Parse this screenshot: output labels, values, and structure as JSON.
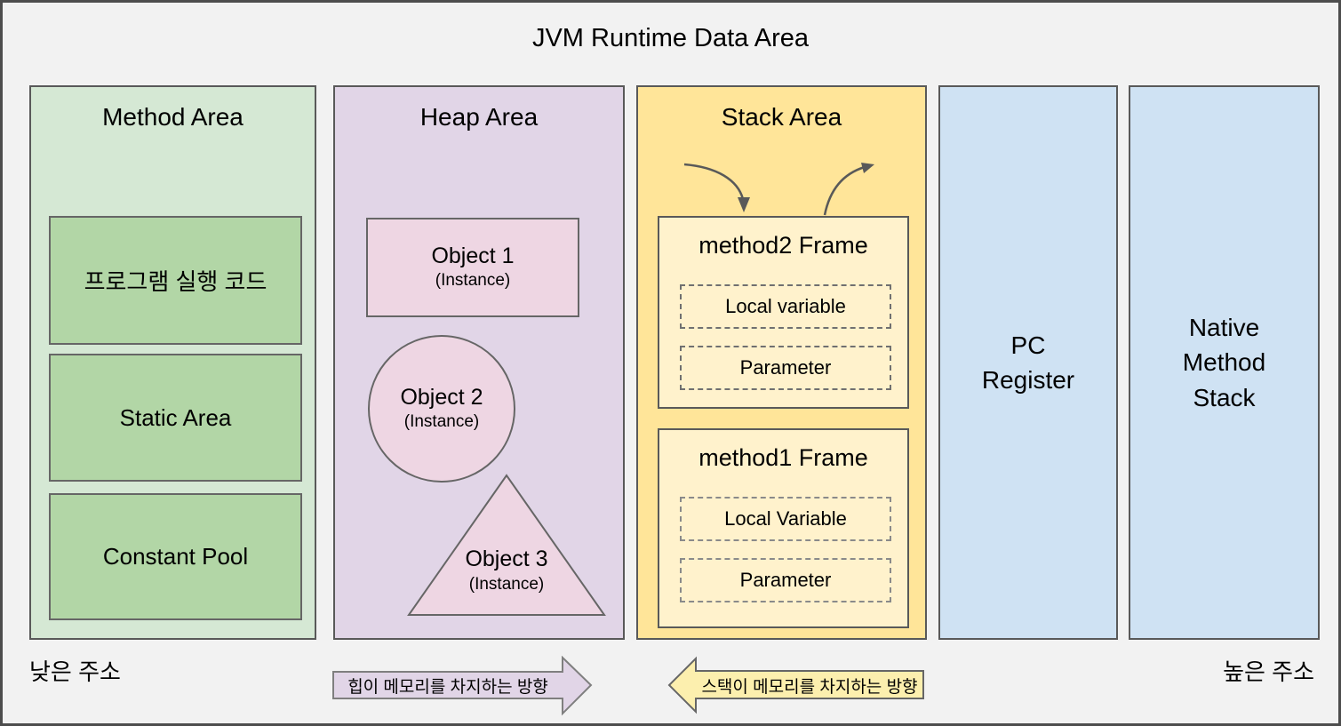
{
  "title": "JVM Runtime Data Area",
  "columns": {
    "method_area": {
      "title": "Method Area",
      "boxes": [
        {
          "label": "프로그램 실행 코드"
        },
        {
          "label": "Static Area"
        },
        {
          "label": "Constant Pool"
        }
      ]
    },
    "heap_area": {
      "title": "Heap Area",
      "objects": [
        {
          "shape": "rectangle",
          "label": "Object 1",
          "sublabel": "(Instance)"
        },
        {
          "shape": "circle",
          "label": "Object 2",
          "sublabel": "(Instance)"
        },
        {
          "shape": "triangle",
          "label": "Object 3",
          "sublabel": "(Instance)"
        }
      ]
    },
    "stack_area": {
      "title": "Stack Area",
      "frames": [
        {
          "title": "method2 Frame",
          "slots": [
            "Local variable",
            "Parameter"
          ]
        },
        {
          "title": "method1 Frame",
          "slots": [
            "Local Variable",
            "Parameter"
          ]
        }
      ]
    },
    "pc_register": {
      "title": "PC Register"
    },
    "native_method_stack": {
      "title": "Native Method Stack"
    }
  },
  "footer": {
    "low_address": "낮은 주소",
    "high_address": "높은 주소",
    "heap_direction_label": "힙이 메모리를 차지하는 방향",
    "stack_direction_label": "스택이 메모리를 차지하는 방향"
  },
  "colors": {
    "canvas_bg": "#f2f2f2",
    "method_area_bg": "#d5e8d4",
    "method_box_bg": "#b2d6a6",
    "heap_area_bg": "#e1d5e7",
    "heap_object_bg": "#eed6e3",
    "stack_area_bg": "#ffe599",
    "stack_frame_bg": "#fff2cc",
    "register_bg": "#cfe2f3",
    "border": "#595959"
  }
}
